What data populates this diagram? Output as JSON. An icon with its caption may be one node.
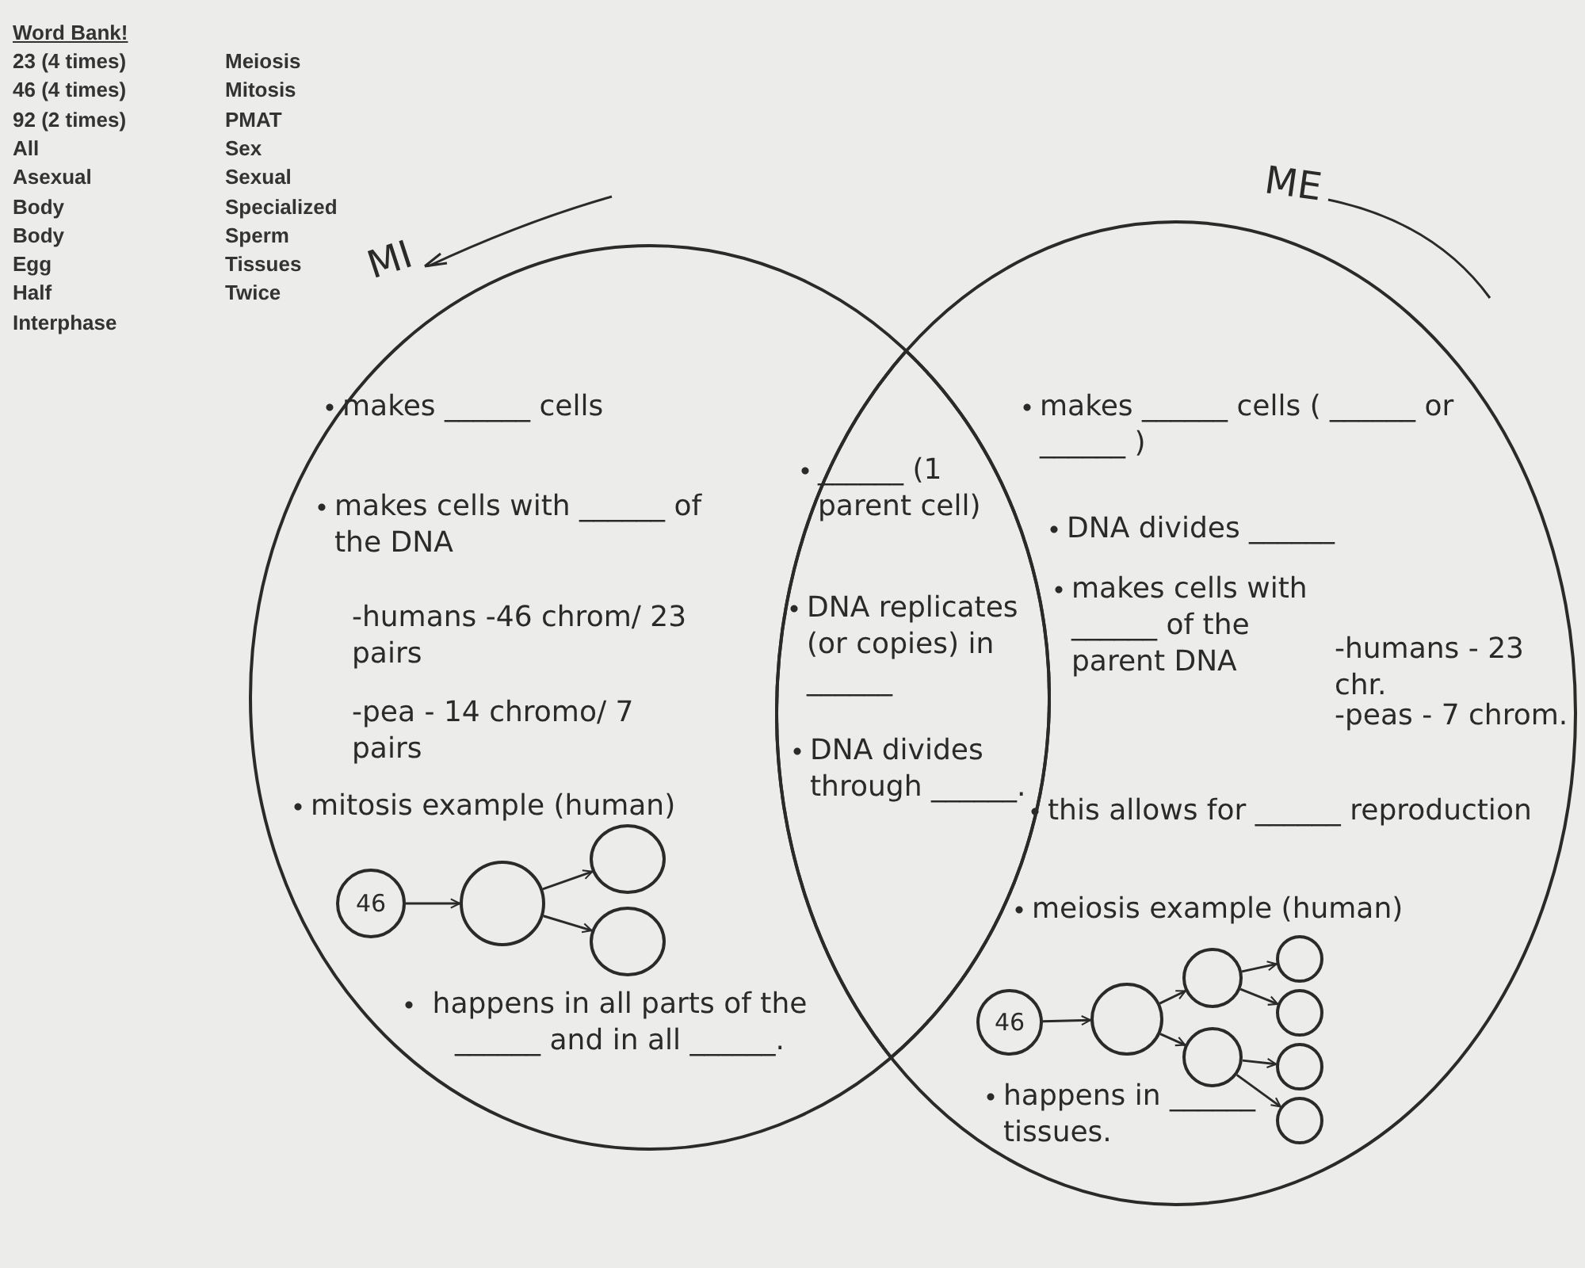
{
  "diagram": {
    "nodes": [
      {
        "text": [
          "MI",
          "makes ______ cells",
          "makes cells with ______ of the DNA",
          "-humans -46 chrom/ 23 pairs",
          "-pea - 14 chromo/ 7 pairs",
          "mitosis example (human)",
          "happens in all parts of the ______ and in all ______."
        ]
      },
      {
        "text": [
          "46"
        ],
        "in": 0
      },
      {
        "text": [],
        "shape": "circle",
        "in": 0
      },
      {
        "text": [],
        "shape": "circle",
        "in": 0
      },
      {
        "text": [],
        "shape": "circle",
        "in": 0
      },
      {
        "text": [
          "______ (1 parent cell)",
          "DNA replicates (or copies) in ______",
          "DNA divides through ______."
        ]
      },
      {
        "text": [
          "ME",
          "makes ______ cells ( ______ or ______ )",
          "DNA divides ______",
          "makes cells with ______ of the parent DNA",
          "-humans - 23 chr.",
          "-peas - 7 chrom.",
          "this allows for ______ reproduction",
          "meiosis example (human)",
          "happens in ______ tissues."
        ]
      },
      {
        "text": [
          "46"
        ],
        "in": 6
      },
      {
        "text": [],
        "shape": "circle",
        "in": 6
      },
      {
        "text": [],
        "shape": "circle",
        "in": 6
      },
      {
        "text": [],
        "shape": "circle",
        "in": 6
      },
      {
        "text": [],
        "shape": "circle",
        "in": 6
      },
      {
        "text": [],
        "shape": "circle",
        "in": 6
      },
      {
        "text": [],
        "shape": "circle",
        "in": 6
      },
      {
        "text": [],
        "shape": "circle",
        "in": 6
      }
    ],
    "edges": [
      {
        "from": 1,
        "to": 2,
        "arrow": "to"
      },
      {
        "from": 2,
        "to": 3,
        "arrow": "to"
      },
      {
        "from": 2,
        "to": 4,
        "arrow": "to"
      },
      {
        "from": 7,
        "to": 8,
        "arrow": "to"
      },
      {
        "from": 8,
        "to": 9,
        "arrow": "to"
      },
      {
        "from": 8,
        "to": 10,
        "arrow": "to"
      },
      {
        "from": 9,
        "to": 11,
        "arrow": "to"
      },
      {
        "from": 9,
        "to": 12,
        "arrow": "to"
      },
      {
        "from": 10,
        "to": 13,
        "arrow": "to"
      },
      {
        "from": 10,
        "to": 14,
        "arrow": "to"
      }
    ],
    "labels": [
      "Word Bank!",
      "23 (4 times)",
      "Meiosis",
      "46 (4 times)",
      "Mitosis",
      "92 (2 times)",
      "PMAT",
      "All",
      "Sex",
      "Asexual",
      "Sexual",
      "Body",
      "Specialized",
      "Body",
      "Sperm",
      "Egg",
      "Tissues",
      "Half",
      "Twice",
      "Interphase"
    ]
  }
}
